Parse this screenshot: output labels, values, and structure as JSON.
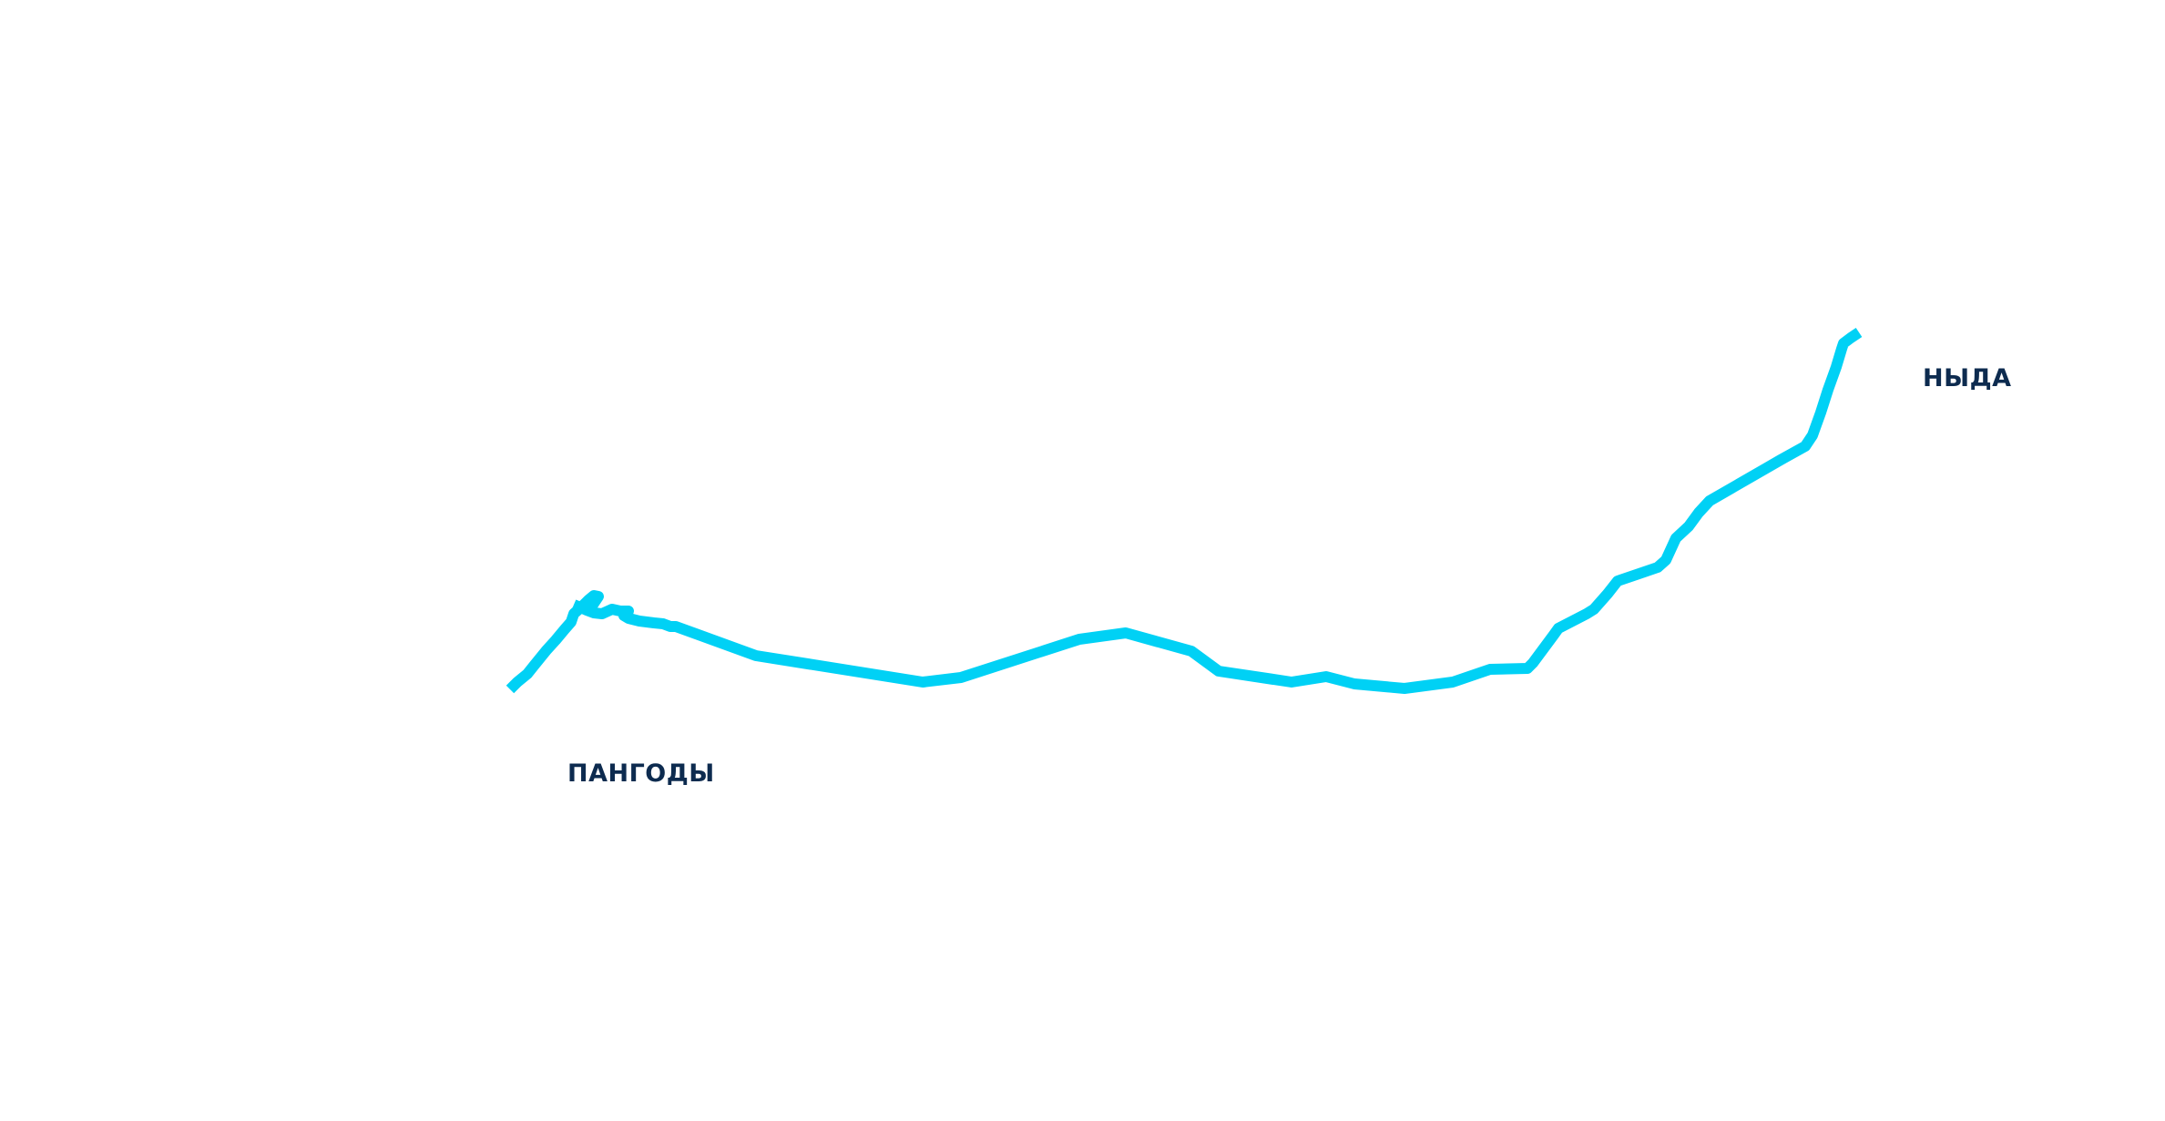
{
  "map": {
    "route": {
      "color": "#00d1f5",
      "name": ""
    },
    "label_color": "#0d2b4f",
    "cities": [
      {
        "id": "pangody",
        "name": "ПАНГОДЫ"
      },
      {
        "id": "nyda",
        "name": "НЫДА"
      }
    ]
  }
}
